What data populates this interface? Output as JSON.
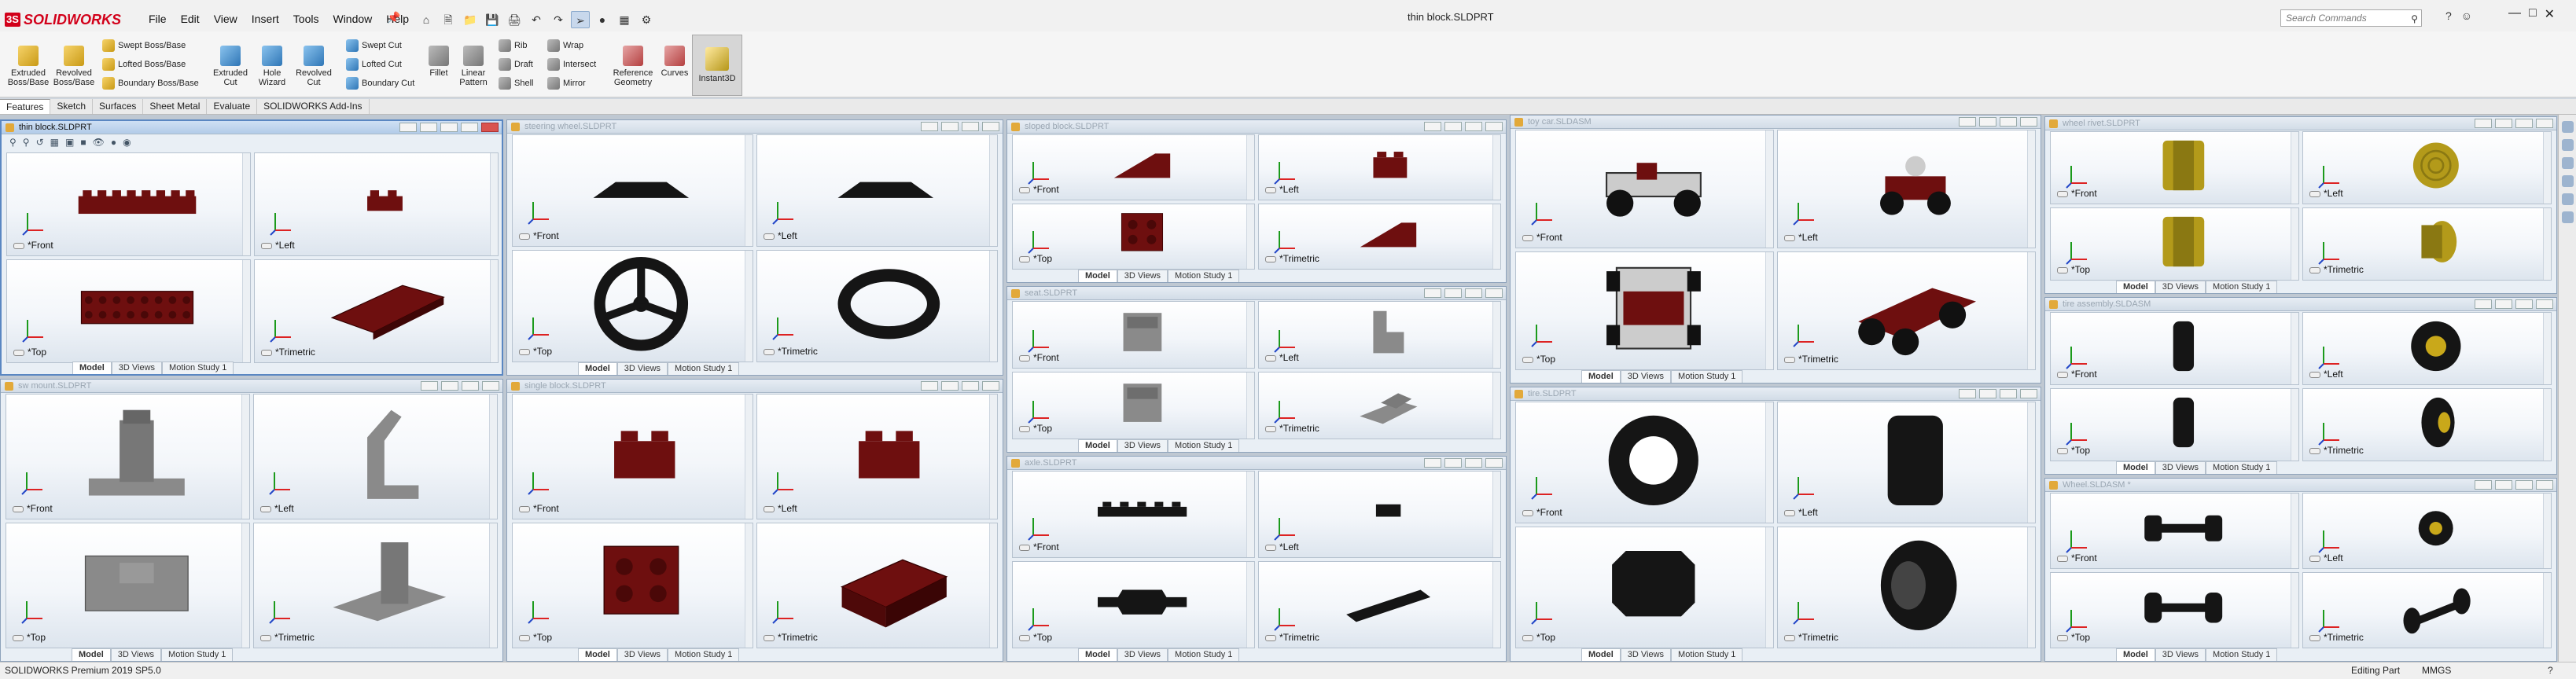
{
  "app": {
    "brand": "SOLIDWORKS",
    "document_title": "thin block.SLDPRT",
    "menus": [
      "File",
      "Edit",
      "View",
      "Insert",
      "Tools",
      "Window",
      "Help"
    ],
    "search_placeholder": "Search Commands",
    "accent_color": "#d2001a",
    "window_controls": [
      "—",
      "□",
      "✕"
    ]
  },
  "ribbon": {
    "large_commands": [
      {
        "label_1": "Extruded",
        "label_2": "Boss/Base",
        "icon": "extrude-boss-icon"
      },
      {
        "label_1": "Revolved",
        "label_2": "Boss/Base",
        "icon": "revolve-boss-icon"
      },
      {
        "label_1": "Extruded",
        "label_2": "Cut",
        "icon": "extrude-cut-icon"
      },
      {
        "label_1": "Hole",
        "label_2": "Wizard",
        "icon": "hole-wizard-icon"
      },
      {
        "label_1": "Revolved",
        "label_2": "Cut",
        "icon": "revolve-cut-icon"
      },
      {
        "label_1": "Fillet",
        "label_2": "",
        "icon": "fillet-icon"
      },
      {
        "label_1": "Linear",
        "label_2": "Pattern",
        "icon": "linear-pattern-icon"
      },
      {
        "label_1": "Reference",
        "label_2": "Geometry",
        "icon": "reference-geometry-icon"
      },
      {
        "label_1": "Curves",
        "label_2": "",
        "icon": "curves-icon"
      }
    ],
    "small_commands": [
      {
        "label": "Swept Boss/Base",
        "icon": "swept-boss-icon"
      },
      {
        "label": "Lofted Boss/Base",
        "icon": "lofted-boss-icon"
      },
      {
        "label": "Boundary Boss/Base",
        "icon": "boundary-boss-icon"
      },
      {
        "label": "Swept Cut",
        "icon": "swept-cut-icon"
      },
      {
        "label": "Lofted Cut",
        "icon": "lofted-cut-icon"
      },
      {
        "label": "Boundary Cut",
        "icon": "boundary-cut-icon"
      },
      {
        "label": "Rib",
        "icon": "rib-icon"
      },
      {
        "label": "Draft",
        "icon": "draft-icon"
      },
      {
        "label": "Shell",
        "icon": "shell-icon"
      },
      {
        "label": "Wrap",
        "icon": "wrap-icon"
      },
      {
        "label": "Intersect",
        "icon": "intersect-icon"
      },
      {
        "label": "Mirror",
        "icon": "mirror-icon"
      }
    ],
    "instant3d": "Instant3D",
    "tabs": [
      "Features",
      "Sketch",
      "Surfaces",
      "Sheet Metal",
      "Evaluate",
      "SOLIDWORKS Add-Ins"
    ],
    "active_tab": "Features"
  },
  "doc_tabs": [
    "Model",
    "3D Views",
    "Motion Study 1"
  ],
  "view_labels": {
    "front": "*Front",
    "left": "*Left",
    "top": "*Top",
    "trimetric": "*Trimetric"
  },
  "windows": [
    {
      "title": "thin block.SLDPRT",
      "active": true
    },
    {
      "title": "steering wheel.SLDPRT",
      "active": false
    },
    {
      "title": "sloped block.SLDPRT",
      "active": false
    },
    {
      "title": "toy car.SLDASM",
      "active": false
    },
    {
      "title": "wheel rivet.SLDPRT",
      "active": false
    },
    {
      "title": "seat.SLDPRT",
      "active": false
    },
    {
      "title": "tire assembly.SLDASM",
      "active": false
    },
    {
      "title": "axle.SLDPRT",
      "active": false
    },
    {
      "title": "sw mount.SLDPRT",
      "active": false
    },
    {
      "title": "single block.SLDPRT",
      "active": false
    },
    {
      "title": "tire.SLDPRT",
      "active": false
    },
    {
      "title": "Wheel.SLDASM *",
      "active": false
    }
  ],
  "status": {
    "product": "SOLIDWORKS Premium 2019 SP5.0",
    "mode": "Editing Part",
    "units": "MMGS",
    "help": "?"
  },
  "colors": {
    "part_red": "#6e0f0f",
    "part_black": "#151515",
    "part_gold": "#b39a1a",
    "part_gray": "#8a8a8a"
  }
}
